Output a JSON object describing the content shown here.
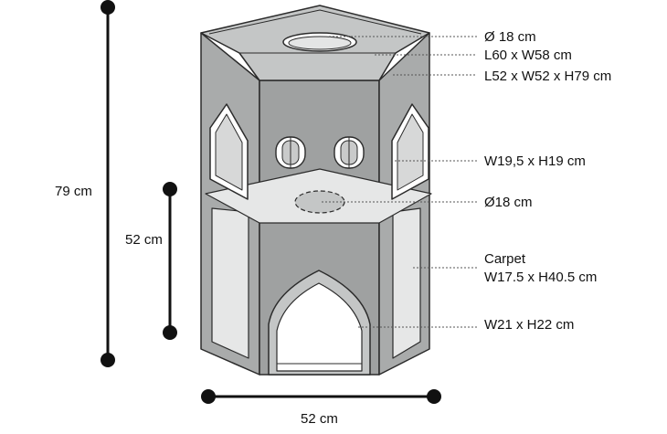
{
  "dimensions": {
    "total_height": "79 cm",
    "platform_height": "52 cm",
    "width": "52 cm"
  },
  "annotations": {
    "top_hole": "Ø 18 cm",
    "top_size": "L60 x W58 cm",
    "body_size": "L52 x W52 x H79  cm",
    "window_size": "W19,5 x H19 cm",
    "platform_hole": "Ø18 cm",
    "carpet_title": "Carpet",
    "carpet_size": "W17.5 x H40.5 cm",
    "entrance_size": "W21 x H22 cm"
  },
  "colors": {
    "panel": "#a9abab",
    "panel_dark": "#9b9d9d",
    "panel_light": "#c4c6c6",
    "outline": "#2b2b2b",
    "carpet": "#e6e7e7",
    "window": "#ffffff",
    "leader": "#555555",
    "dim": "#111111"
  }
}
